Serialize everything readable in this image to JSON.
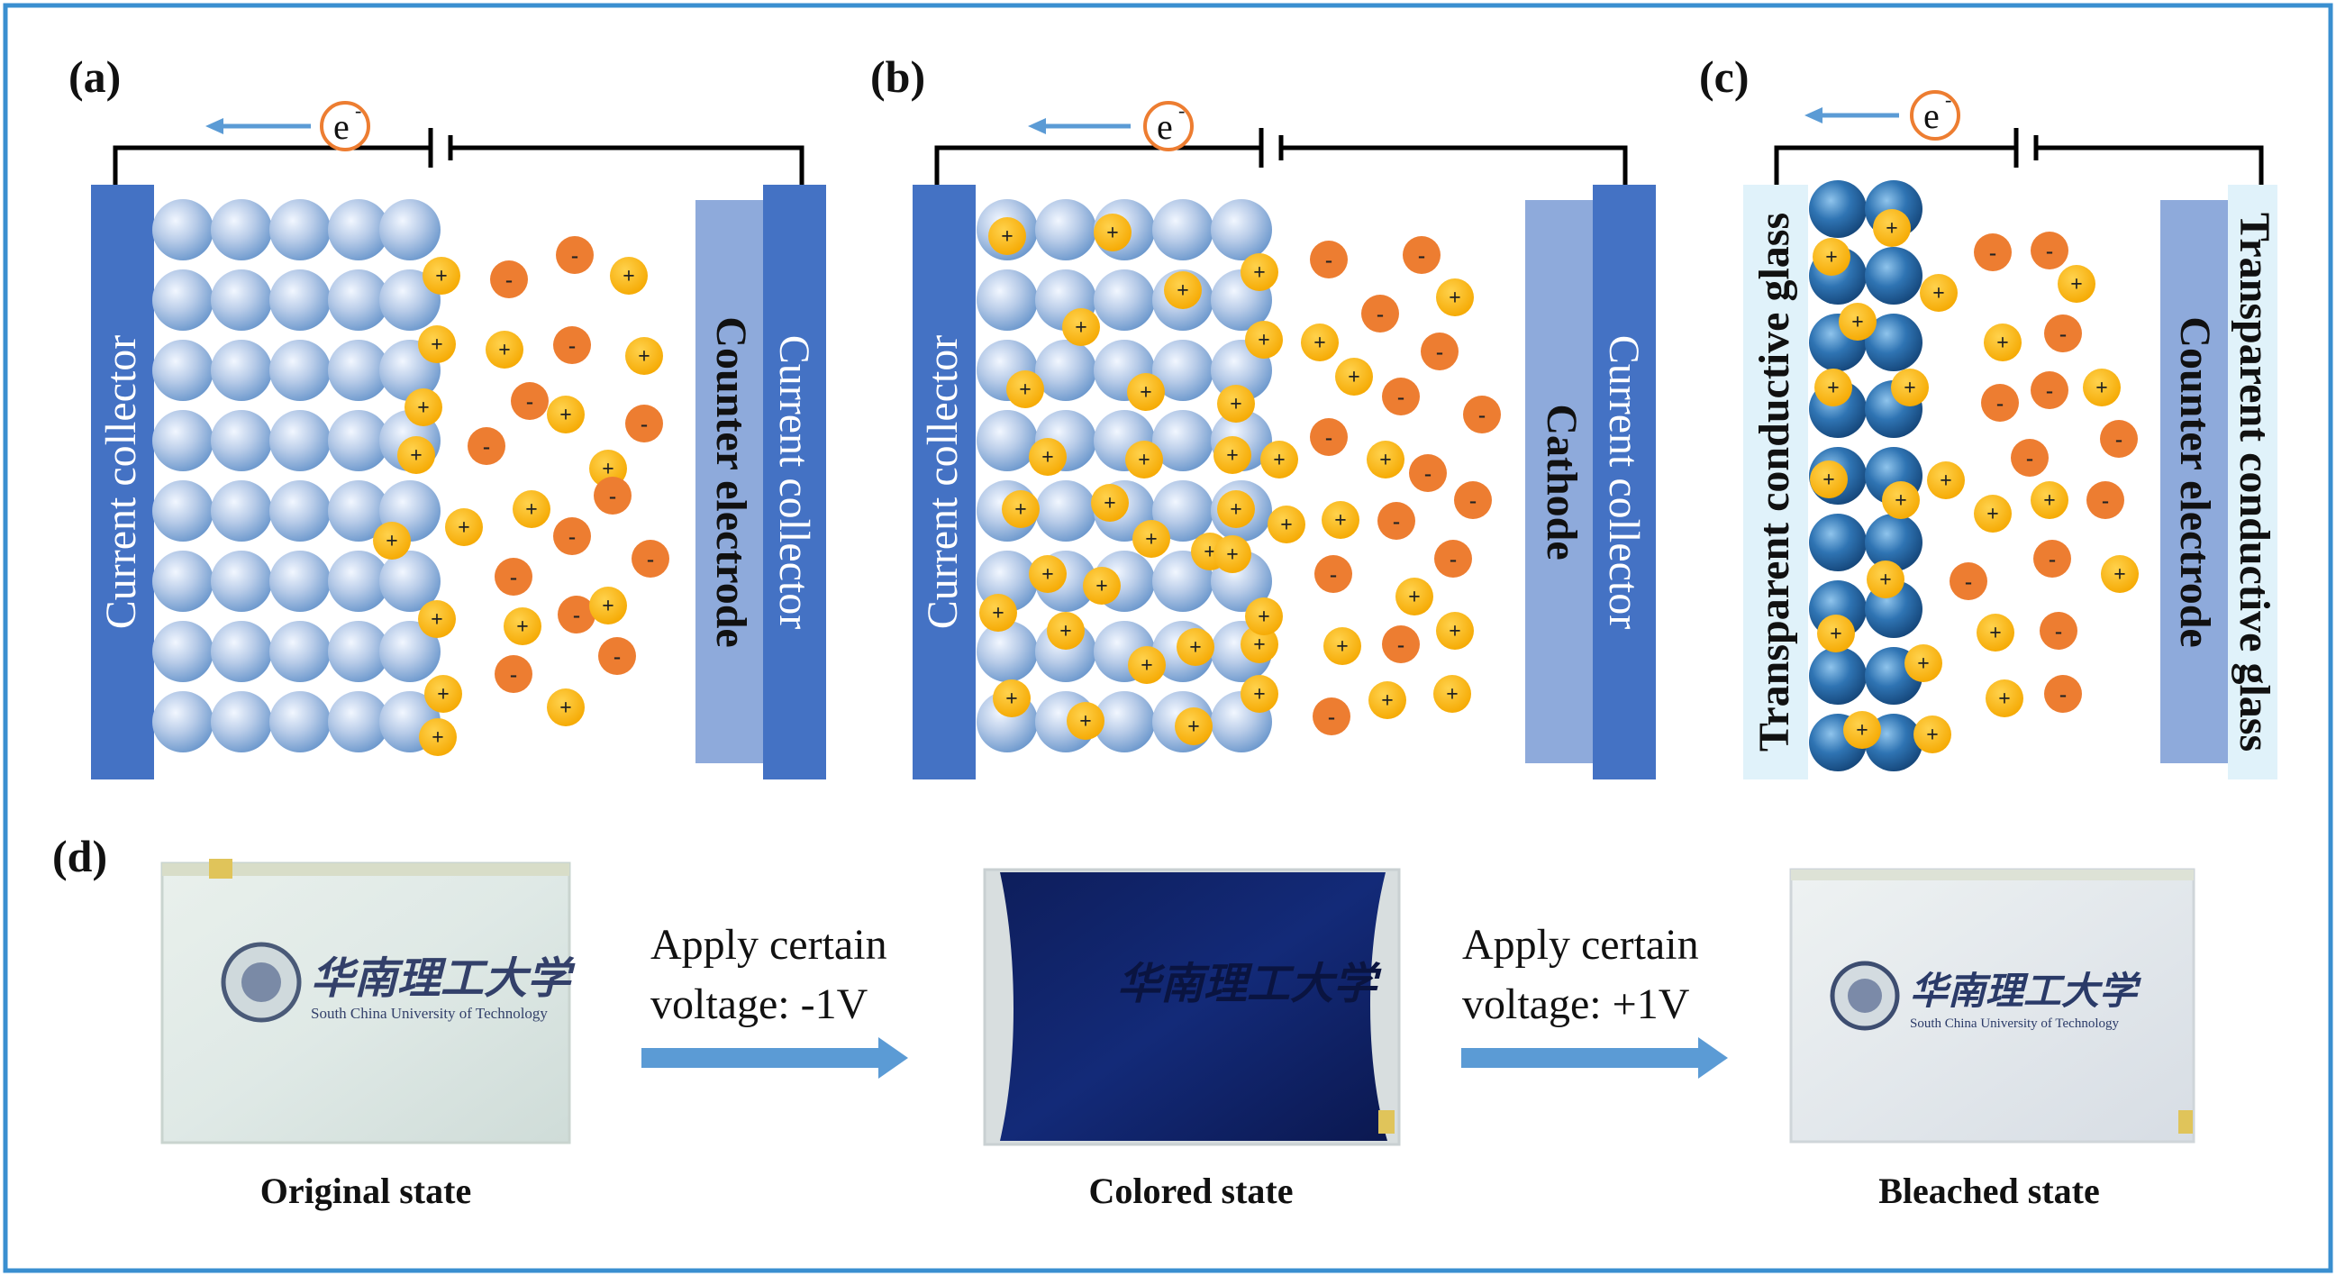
{
  "colors": {
    "frame": "#3a8fd0",
    "collector": "#4472c4",
    "counter": "#8eaadb",
    "glass": "#e0f2fa",
    "cation": "#ffc000",
    "anion": "#ed7d31",
    "arrow": "#5b9bd5",
    "wire": "#000000"
  },
  "panels": {
    "a": {
      "label": "(a)",
      "electron": "e",
      "electron_sup": "-",
      "left_electrode": "Current collector",
      "right_inner": "Counter electrode",
      "right_outer": "Current collector"
    },
    "b": {
      "label": "(b)",
      "electron": "e",
      "electron_sup": "-",
      "left_electrode": "Current collector",
      "right_inner": "Cathode",
      "right_outer": "Current collector"
    },
    "c": {
      "label": "(c)",
      "electron": "e",
      "electron_sup": "-",
      "left_electrode": "Transparent conductive glass",
      "right_inner": "Counter electrode",
      "right_outer": "Transparent conductive glass"
    },
    "d": {
      "label": "(d)",
      "photos": [
        {
          "caption": "Original state",
          "logo_cn": "华南理工大学",
          "logo_en": "South China University of Technology"
        },
        {
          "caption": "Colored state",
          "logo_cn": "华南理工大学",
          "logo_en": ""
        },
        {
          "caption": "Bleached state",
          "logo_cn": "华南理工大学",
          "logo_en": "South China University of Technology"
        }
      ],
      "steps": [
        {
          "line1": "Apply certain",
          "line2": "voltage: -1V"
        },
        {
          "line1": "Apply certain",
          "line2": "voltage: +1V"
        }
      ]
    }
  },
  "ion_signs": {
    "cation": "+",
    "anion": "-"
  }
}
